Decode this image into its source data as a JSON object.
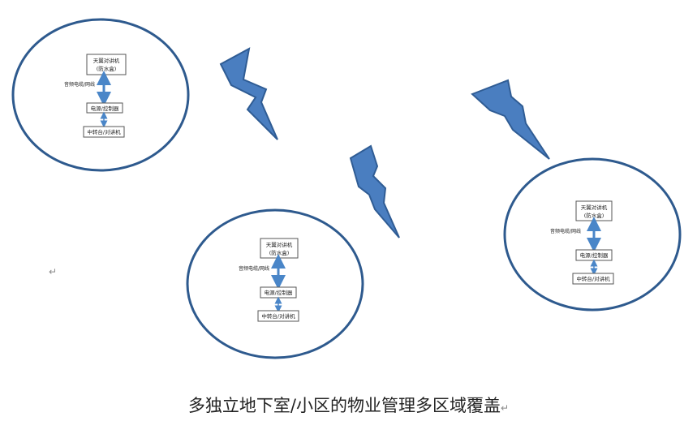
{
  "cells": [
    {
      "name": "cell-top-left",
      "box_top_line1": "天翼对讲机",
      "box_top_line2": "(防水盒)",
      "cable_label": "音频电缆/网线",
      "box_mid": "电源/控制器",
      "box_bottom": "中转台/对讲机"
    },
    {
      "name": "cell-bottom-center",
      "box_top_line1": "天翼对讲机",
      "box_top_line2": "(防水盒)",
      "cable_label": "音频电缆/网线",
      "box_mid": "电源/控制器",
      "box_bottom": "中转台/对讲机"
    },
    {
      "name": "cell-right",
      "box_top_line1": "天翼对讲机",
      "box_top_line2": "(防水盒)",
      "cable_label": "音频电缆/网线",
      "box_mid": "电源/控制器",
      "box_bottom": "中转台/对讲机"
    }
  ],
  "caption": "多独立地下室/小区的物业管理多区域覆盖",
  "paragraph_mark": "↵",
  "colors": {
    "ellipse_stroke": "#2e5a8e",
    "lightning_fill": "#4a7ec0",
    "lightning_stroke": "#2f5c94",
    "arrow": "#4a86c8",
    "box_stroke": "#555555"
  },
  "icons": [
    "lightning-bolt-icon",
    "double-arrow-icon"
  ]
}
